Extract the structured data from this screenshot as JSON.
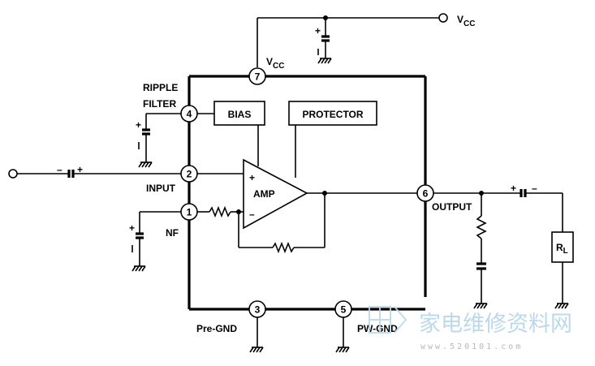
{
  "supply": {
    "vcc_main": "V",
    "vcc_main_sub": "CC",
    "vcc_pin": "V",
    "vcc_pin_sub": "CC"
  },
  "pins": {
    "p1": "1",
    "p2": "2",
    "p3": "3",
    "p4": "4",
    "p5": "5",
    "p6": "6",
    "p7": "7"
  },
  "labels": {
    "ripple": "RIPPLE",
    "filter": "FILTER",
    "input": "INPUT",
    "nf": "NF",
    "output": "OUTPUT",
    "pre_gnd": "Pre-GND",
    "pw_gnd": "PW-GND"
  },
  "blocks": {
    "bias": "BIAS",
    "protector": "PROTECTOR",
    "amp": "AMP"
  },
  "amp_inputs": {
    "plus": "+",
    "minus": "–"
  },
  "load": {
    "name": "R",
    "sub": "L"
  },
  "polarity": {
    "plus": "+",
    "minus": "–"
  },
  "watermark": {
    "title": "家电维修资料网",
    "url": "www.520101.com"
  }
}
